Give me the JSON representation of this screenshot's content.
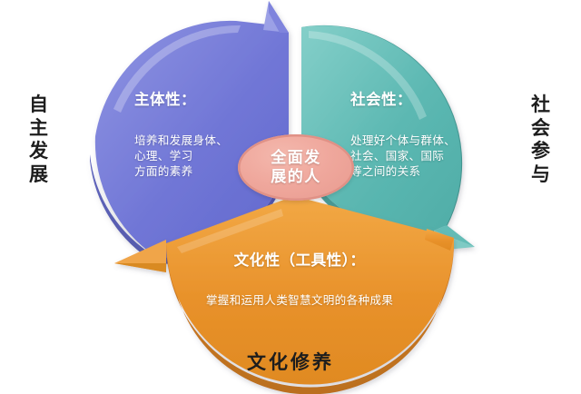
{
  "diagram": {
    "title_hub": {
      "lines": [
        "全面发展的人"
      ],
      "line1": "全面发",
      "line2": "展的人"
    },
    "segments": [
      {
        "id": "subjectivity",
        "title": "主体性：",
        "body": "培养和发展身体、\n心理、学习\n方面的素养",
        "color": "#6f75d6",
        "color_light": "#8f94e2",
        "color_dark": "#5157b8",
        "position": "left"
      },
      {
        "id": "sociality",
        "title": "社会性：",
        "body": "处理好个体与群体、\n社会、国家、国际\n等之间的关系",
        "color": "#5cb8b2",
        "color_light": "#84cfc9",
        "color_dark": "#3d9a94",
        "position": "right"
      },
      {
        "id": "culturality",
        "title": "文化性（工具性）：",
        "body": "掌握和运用人类智慧文明的各种成果",
        "color": "#e8912a",
        "color_light": "#f2a845",
        "color_dark": "#cf7713",
        "position": "bottom"
      }
    ],
    "outer_labels": {
      "left": "自主发展",
      "right": "社会参与",
      "bottom": "文化修养"
    },
    "hub_color": "#efa79c",
    "background_color": "#ffffff"
  }
}
